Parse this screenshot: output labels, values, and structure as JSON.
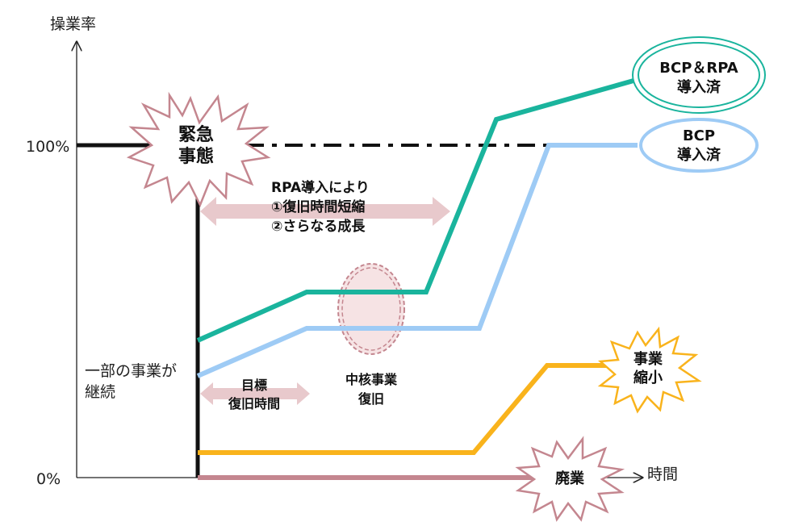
{
  "axis": {
    "y_title": "操業率",
    "y_top": "100%",
    "y_bottom": "0%",
    "x_title": "時間"
  },
  "emergency": {
    "line1": "緊急",
    "line2": "事態"
  },
  "partial": {
    "line1": "一部の事業が",
    "line2": "継続"
  },
  "rpa_note": {
    "line1": "RPA導入により",
    "line2": "①復旧時間短縮",
    "line3": "②さらなる成長"
  },
  "target_note": {
    "line1": "目標",
    "line2": "復旧時間"
  },
  "core_note": {
    "line1": "中核事業",
    "line2": "復旧"
  },
  "bcp_rpa": {
    "line1": "BCP＆RPA",
    "line2": "導入済"
  },
  "bcp": {
    "line1": "BCP",
    "line2": "導入済"
  },
  "shrink": {
    "line1": "事業",
    "line2": "縮小"
  },
  "closure": {
    "label": "廃業"
  },
  "colors": {
    "teal": "#1ab49d",
    "lightblue": "#9ecbf5",
    "orange": "#f9b31c",
    "rose": "#c4868f",
    "pink_fill": "#e8c9cc"
  }
}
